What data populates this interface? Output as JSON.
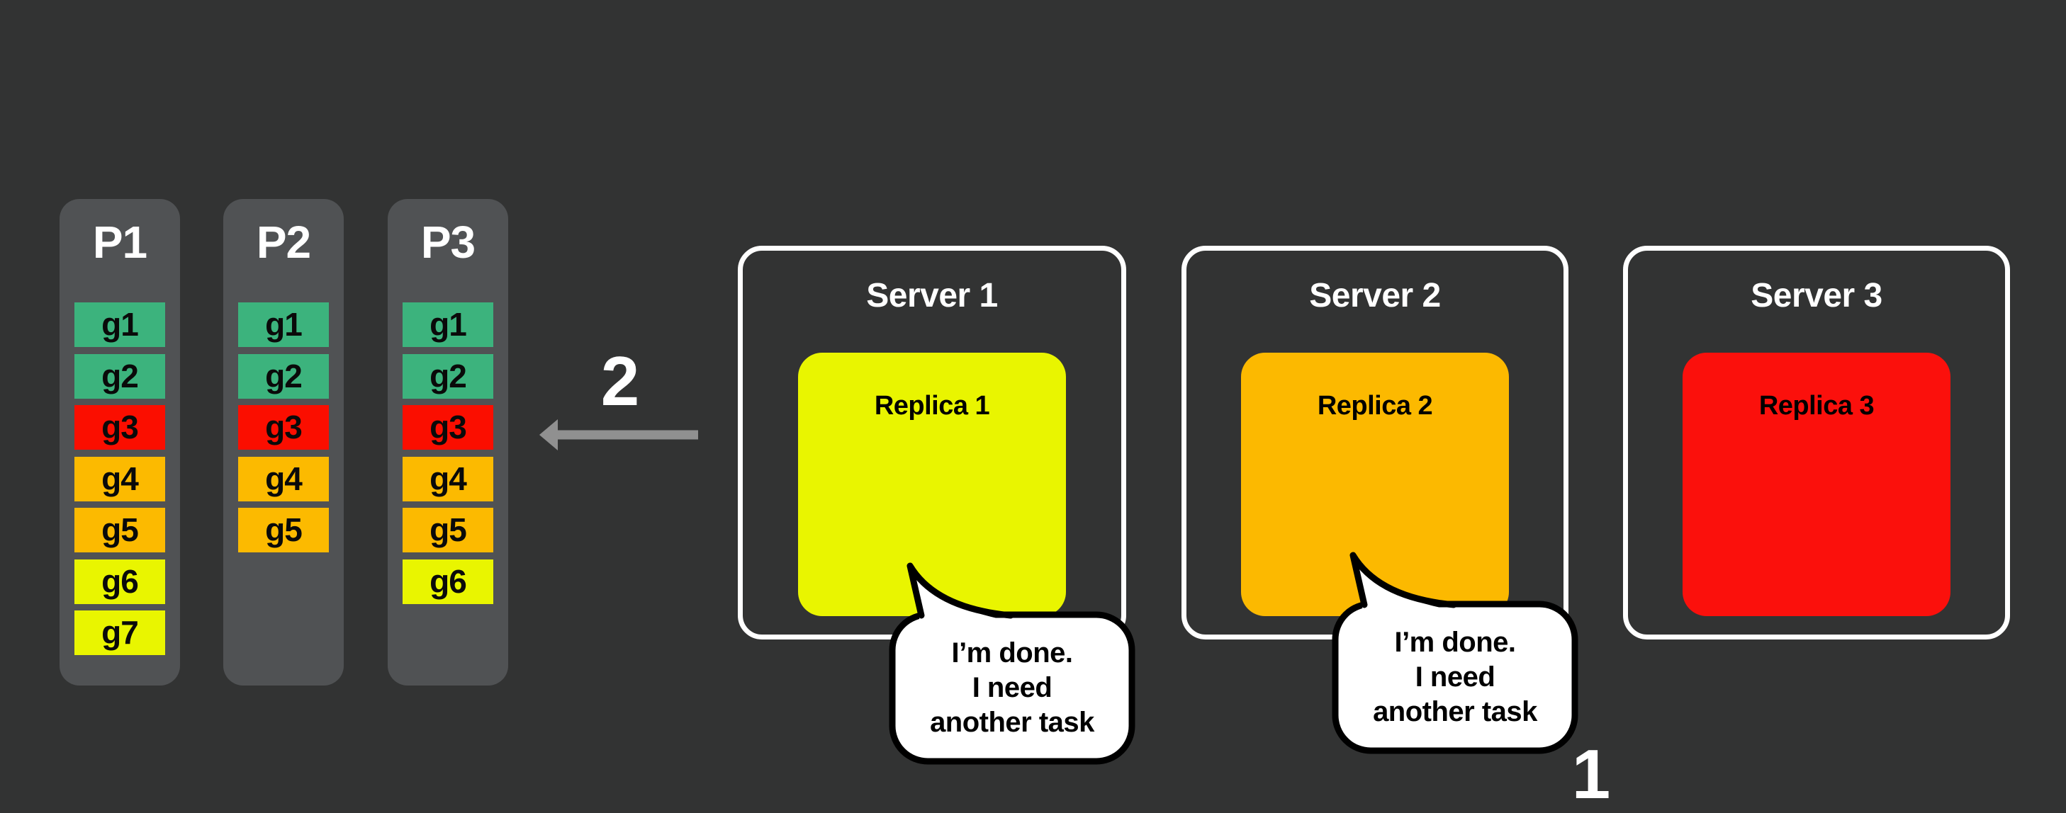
{
  "colors": {
    "background": "#323333",
    "process_column": "#505254",
    "task_green": "#3cb37d",
    "task_red": "#fb0e00",
    "task_amber": "#fcba00",
    "task_yellow": "#e9f500",
    "arrow_gray": "#909090",
    "text_light": "#ffffff",
    "text_dark": "#000000"
  },
  "processes": [
    {
      "label": "P1",
      "tasks": [
        {
          "label": "g1",
          "color": "#3cb37d"
        },
        {
          "label": "g2",
          "color": "#3cb37d"
        },
        {
          "label": "g3",
          "color": "#fb0e00"
        },
        {
          "label": "g4",
          "color": "#fcba00"
        },
        {
          "label": "g5",
          "color": "#fcba00"
        },
        {
          "label": "g6",
          "color": "#e9f500"
        },
        {
          "label": "g7",
          "color": "#e9f500"
        }
      ]
    },
    {
      "label": "P2",
      "tasks": [
        {
          "label": "g1",
          "color": "#3cb37d"
        },
        {
          "label": "g2",
          "color": "#3cb37d"
        },
        {
          "label": "g3",
          "color": "#fb0e00"
        },
        {
          "label": "g4",
          "color": "#fcba00"
        },
        {
          "label": "g5",
          "color": "#fcba00"
        }
      ]
    },
    {
      "label": "P3",
      "tasks": [
        {
          "label": "g1",
          "color": "#3cb37d"
        },
        {
          "label": "g2",
          "color": "#3cb37d"
        },
        {
          "label": "g3",
          "color": "#fb0e00"
        },
        {
          "label": "g4",
          "color": "#fcba00"
        },
        {
          "label": "g5",
          "color": "#fcba00"
        },
        {
          "label": "g6",
          "color": "#e9f500"
        }
      ]
    }
  ],
  "steps": {
    "assign_arrow_label": "2",
    "done_label": "1"
  },
  "servers": [
    {
      "title": "Server 1",
      "replica": {
        "label": "Replica 1",
        "color": "#e9f500"
      },
      "bubble": {
        "lines": [
          "I’m done.",
          "I need",
          "another task"
        ]
      }
    },
    {
      "title": "Server 2",
      "replica": {
        "label": "Replica 2",
        "color": "#fcb900"
      },
      "bubble": {
        "lines": [
          "I’m done.",
          "I need",
          "another task"
        ]
      }
    },
    {
      "title": "Server 3",
      "replica": {
        "label": "Replica 3",
        "color": "#fb100c"
      }
    }
  ]
}
